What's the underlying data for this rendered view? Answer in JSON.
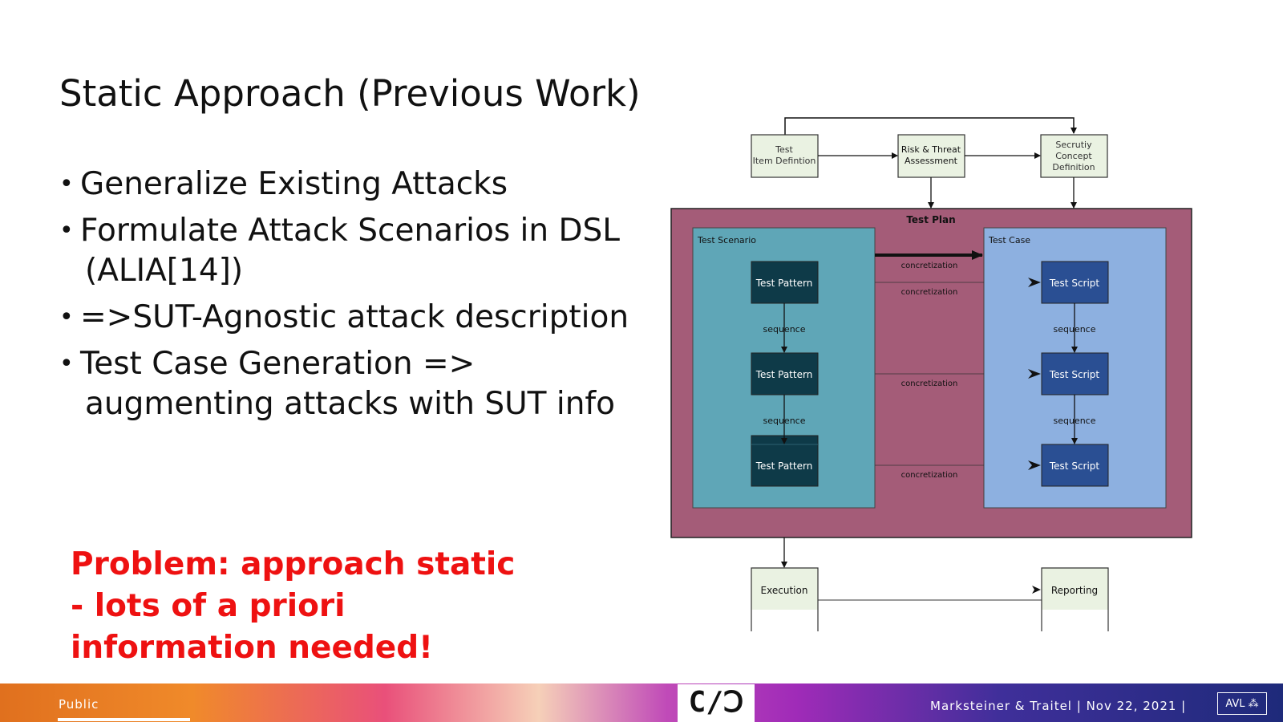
{
  "slide": {
    "title": "Static Approach (Previous Work)",
    "bullets": [
      {
        "line1": "Generalize Existing Attacks",
        "line2": ""
      },
      {
        "line1": "Formulate Attack Scenarios in DSL",
        "line2": "(ALIA[14])"
      },
      {
        "line1": "=>SUT-Agnostic attack description",
        "line2": ""
      },
      {
        "line1": "Test Case Generation =>",
        "line2": "augmenting attacks with SUT info"
      }
    ],
    "problem": [
      "Problem: approach static",
      "- lots of a priori",
      "information needed!"
    ]
  },
  "diagram": {
    "top_boxes": [
      "Test\nItem Defintion",
      "Risk & Threat\nAssessment",
      "Secrutiy\nConcept\nDefinition"
    ],
    "test_plan_label": "Test Plan",
    "test_scenario_label": "Test Scenario",
    "test_case_label": "Test Case",
    "patterns": [
      "Test Pattern",
      "Test Pattern",
      "Test Pattern"
    ],
    "scripts": [
      "Test Script",
      "Test Script",
      "Test Script"
    ],
    "sequence_label": "sequence",
    "concretization_label": "concretization",
    "bottom_boxes": [
      "Execution",
      "Reporting"
    ],
    "colors": {
      "plan": "#a45c78",
      "scenario": "#5fa6b7",
      "case": "#8db0e0",
      "pattern": "#0e3a48",
      "script": "#2a4f93",
      "pale_box": "#eaf2e2"
    }
  },
  "footer": {
    "public": "Public",
    "logo": "C/Ↄ",
    "credit": "Marksteiner & Traitel | Nov 22, 2021 |",
    "avl": "AVL ⁂"
  }
}
